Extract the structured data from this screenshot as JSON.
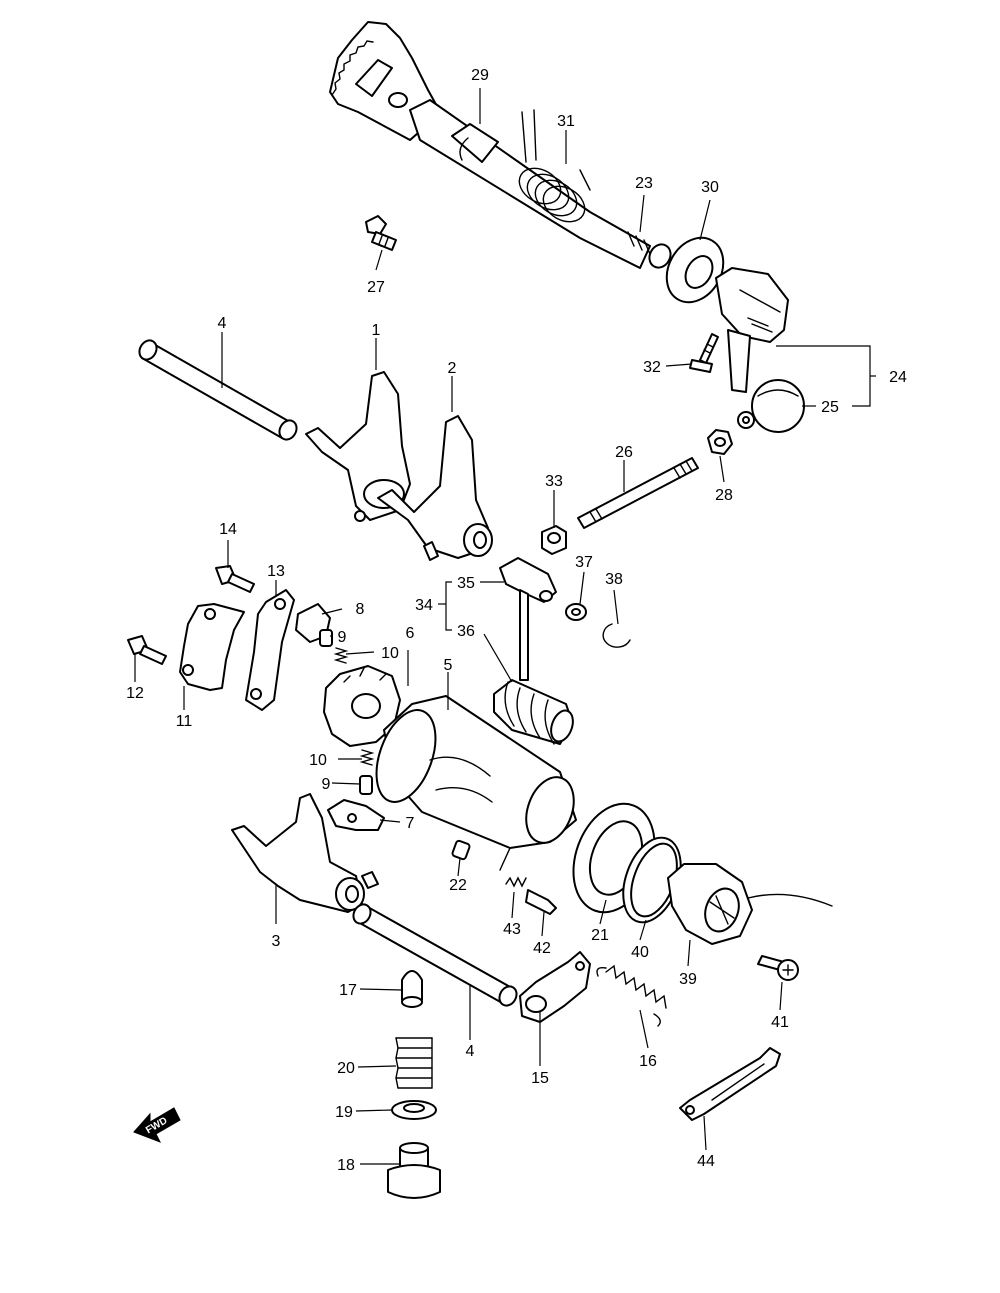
{
  "callouts": [
    "1",
    "2",
    "3",
    "4",
    "5",
    "6",
    "7",
    "8",
    "9",
    "10",
    "11",
    "12",
    "13",
    "14",
    "15",
    "16",
    "17",
    "18",
    "19",
    "20",
    "21",
    "22",
    "23",
    "24",
    "25",
    "26",
    "27",
    "28",
    "29",
    "30",
    "31",
    "32",
    "33",
    "34",
    "35",
    "36",
    "37",
    "38",
    "39",
    "40",
    "41",
    "42",
    "43",
    "44"
  ],
  "fwd_label": "FWD"
}
